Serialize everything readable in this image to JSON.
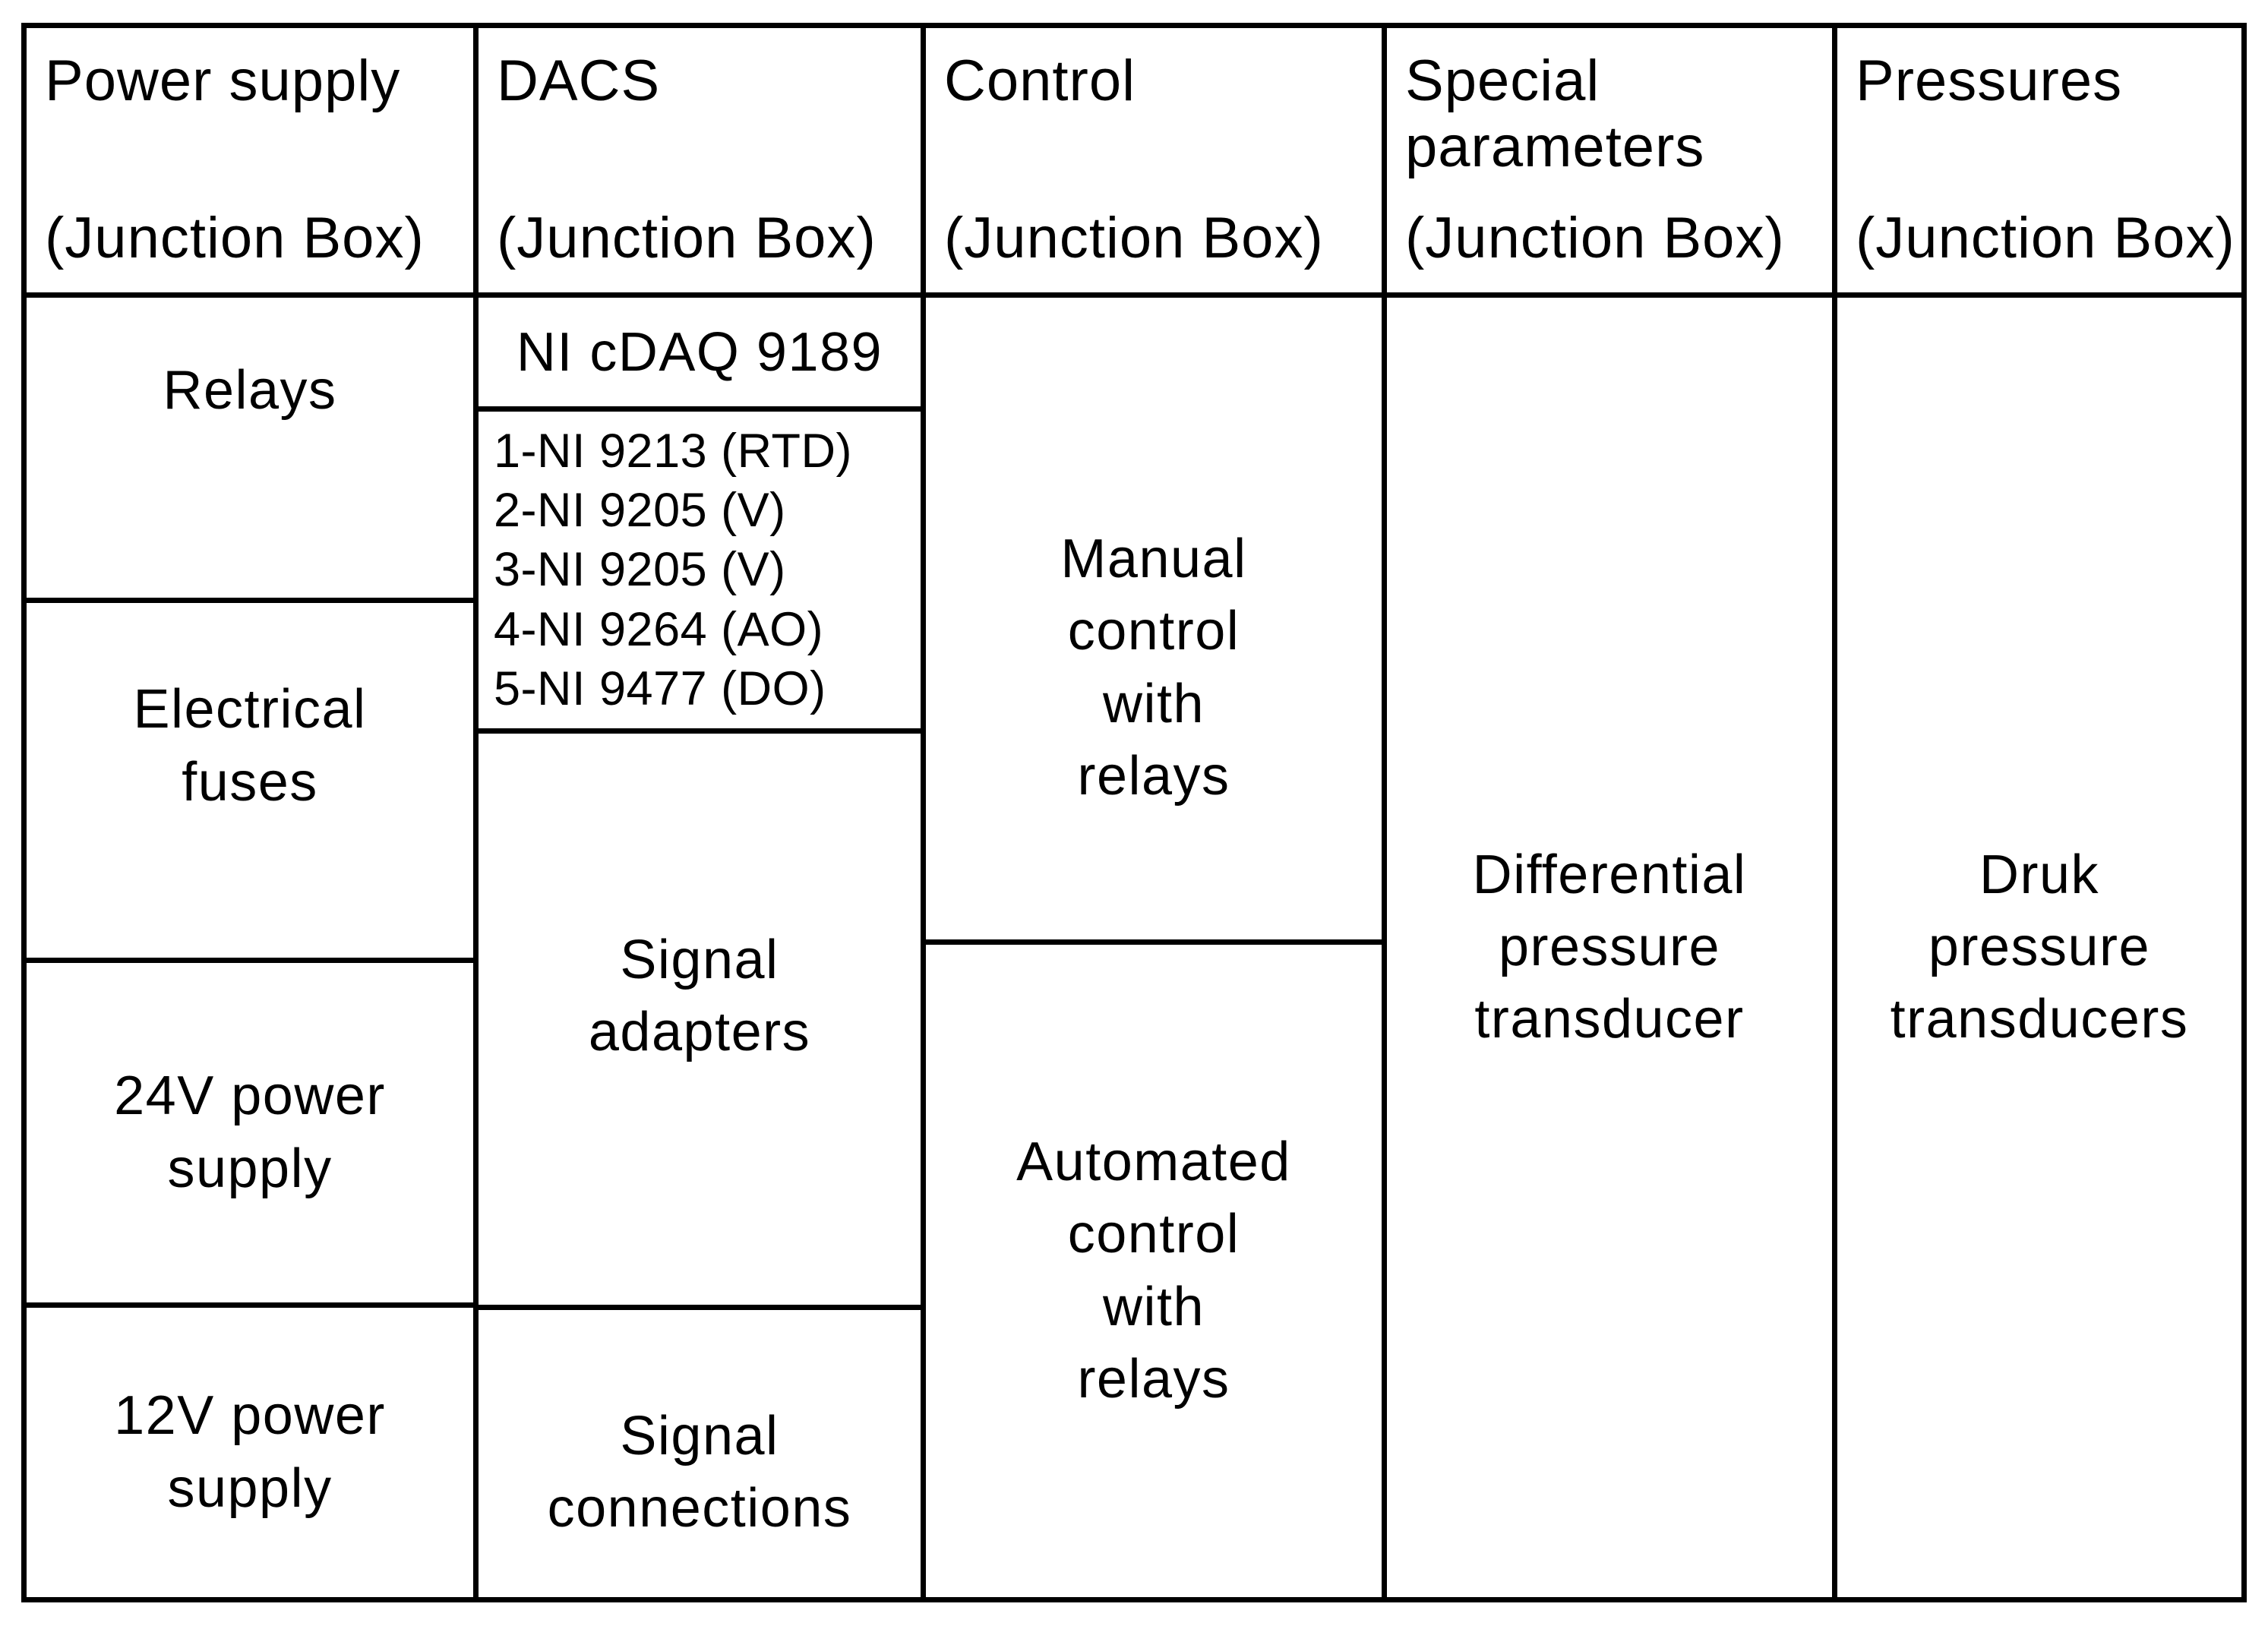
{
  "table": {
    "columns": [
      {
        "id": "power-supply",
        "header": {
          "title": "Power supply",
          "subtitle": "(Junction Box)"
        },
        "cells": [
          {
            "id": "relays",
            "text": "Relays"
          },
          {
            "id": "electrical-fuses",
            "text": "Electrical\nfuses"
          },
          {
            "id": "24v-power-supply",
            "text": "24V power\nsupply"
          },
          {
            "id": "12v-power-supply",
            "text": "12V power\nsupply"
          }
        ]
      },
      {
        "id": "dacs",
        "header": {
          "title": "DACS",
          "subtitle": "(Junction Box)"
        },
        "cells": [
          {
            "id": "ni-cdaq-9189",
            "text": "NI cDAQ 9189"
          },
          {
            "id": "ni-modules",
            "text": "1-NI 9213 (RTD)\n2-NI 9205 (V)\n3-NI 9205 (V)\n4-NI 9264 (AO)\n5-NI 9477 (DO)"
          },
          {
            "id": "signal-adapters",
            "text": "Signal\nadapters"
          },
          {
            "id": "signal-connections",
            "text": "Signal\nconnections"
          }
        ]
      },
      {
        "id": "control",
        "header": {
          "title": "Control",
          "subtitle": "(Junction Box)"
        },
        "cells": [
          {
            "id": "manual-control",
            "text": "Manual\ncontrol\nwith\nrelays"
          },
          {
            "id": "automated-control",
            "text": "Automated\ncontrol\nwith\nrelays"
          }
        ]
      },
      {
        "id": "special-parameters",
        "header": {
          "title": "Special\nparameters",
          "subtitle": "(Junction Box)"
        },
        "cells": [
          {
            "id": "differential-pressure-transducer",
            "text": "Differential\npressure\ntransducer"
          }
        ]
      },
      {
        "id": "pressures",
        "header": {
          "title": "Pressures",
          "subtitle": "(Junction Box)"
        },
        "cells": [
          {
            "id": "druk-pressure-transducers",
            "text": "Druk\npressure\ntransducers"
          }
        ]
      }
    ],
    "colors": {
      "grid_line": "#000000",
      "cell_background": "#ffffff",
      "text": "#000000"
    }
  }
}
